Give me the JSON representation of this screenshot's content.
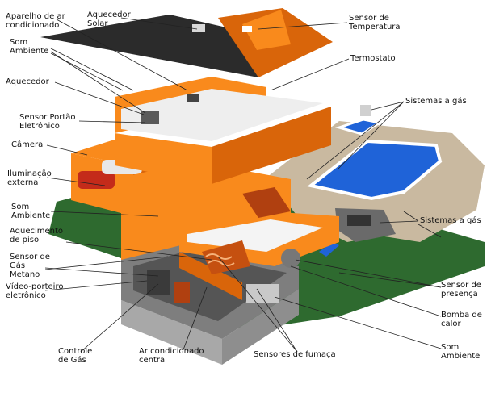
{
  "labels": [
    {
      "id": "aparelho-ar",
      "lines": [
        "Aparelho de ar",
        "condicionado"
      ]
    },
    {
      "id": "aquecedor-solar",
      "lines": [
        "Aquecedor",
        "Solar"
      ]
    },
    {
      "id": "sensor-temperatura",
      "lines": [
        "Sensor de",
        "Temperatura"
      ]
    },
    {
      "id": "som-ambiente-top",
      "lines": [
        "Som",
        "Ambiente"
      ]
    },
    {
      "id": "termostato",
      "lines": [
        "Termostato"
      ]
    },
    {
      "id": "aquecedor",
      "lines": [
        "Aquecedor"
      ]
    },
    {
      "id": "sistemas-gas-top",
      "lines": [
        "Sistemas a gás"
      ]
    },
    {
      "id": "sensor-portao",
      "lines": [
        "Sensor Portão",
        "Eletrônico"
      ]
    },
    {
      "id": "camera",
      "lines": [
        "Câmera"
      ]
    },
    {
      "id": "iluminacao",
      "lines": [
        "Iluminação",
        "externa"
      ]
    },
    {
      "id": "som-ambiente-mid",
      "lines": [
        "Som",
        "Ambiente"
      ]
    },
    {
      "id": "sistemas-gas-right",
      "lines": [
        "Sistemas a gás"
      ]
    },
    {
      "id": "aquecimento-piso",
      "lines": [
        "Aquecimento",
        "de piso"
      ]
    },
    {
      "id": "sensor-metano",
      "lines": [
        "Sensor de",
        "Gás",
        "Metano"
      ]
    },
    {
      "id": "video-porteiro",
      "lines": [
        "Vídeo-porteiro",
        "eletrônico"
      ]
    },
    {
      "id": "sensor-presenca",
      "lines": [
        "Sensor de",
        "presença"
      ]
    },
    {
      "id": "bomba-calor",
      "lines": [
        "Bomba de",
        "calor"
      ]
    },
    {
      "id": "controle-gas",
      "lines": [
        "Controle",
        "de Gás"
      ]
    },
    {
      "id": "ar-central",
      "lines": [
        "Ar condicionado",
        "central"
      ]
    },
    {
      "id": "sensores-fumaca",
      "lines": [
        "Sensores de fumaça"
      ]
    },
    {
      "id": "som-ambiente-bottom",
      "lines": [
        "Som",
        "Ambiente"
      ]
    }
  ],
  "colors": {
    "wall_orange": "#f98a1c",
    "wall_dark_orange": "#d9650a",
    "roof": "#2b2b2b",
    "lawn": "#2e6a2f",
    "pool_water": "#1f63d8",
    "stone": "#c9b9a0",
    "foundation": "#8e8e8e",
    "leader_line": "#222222"
  }
}
